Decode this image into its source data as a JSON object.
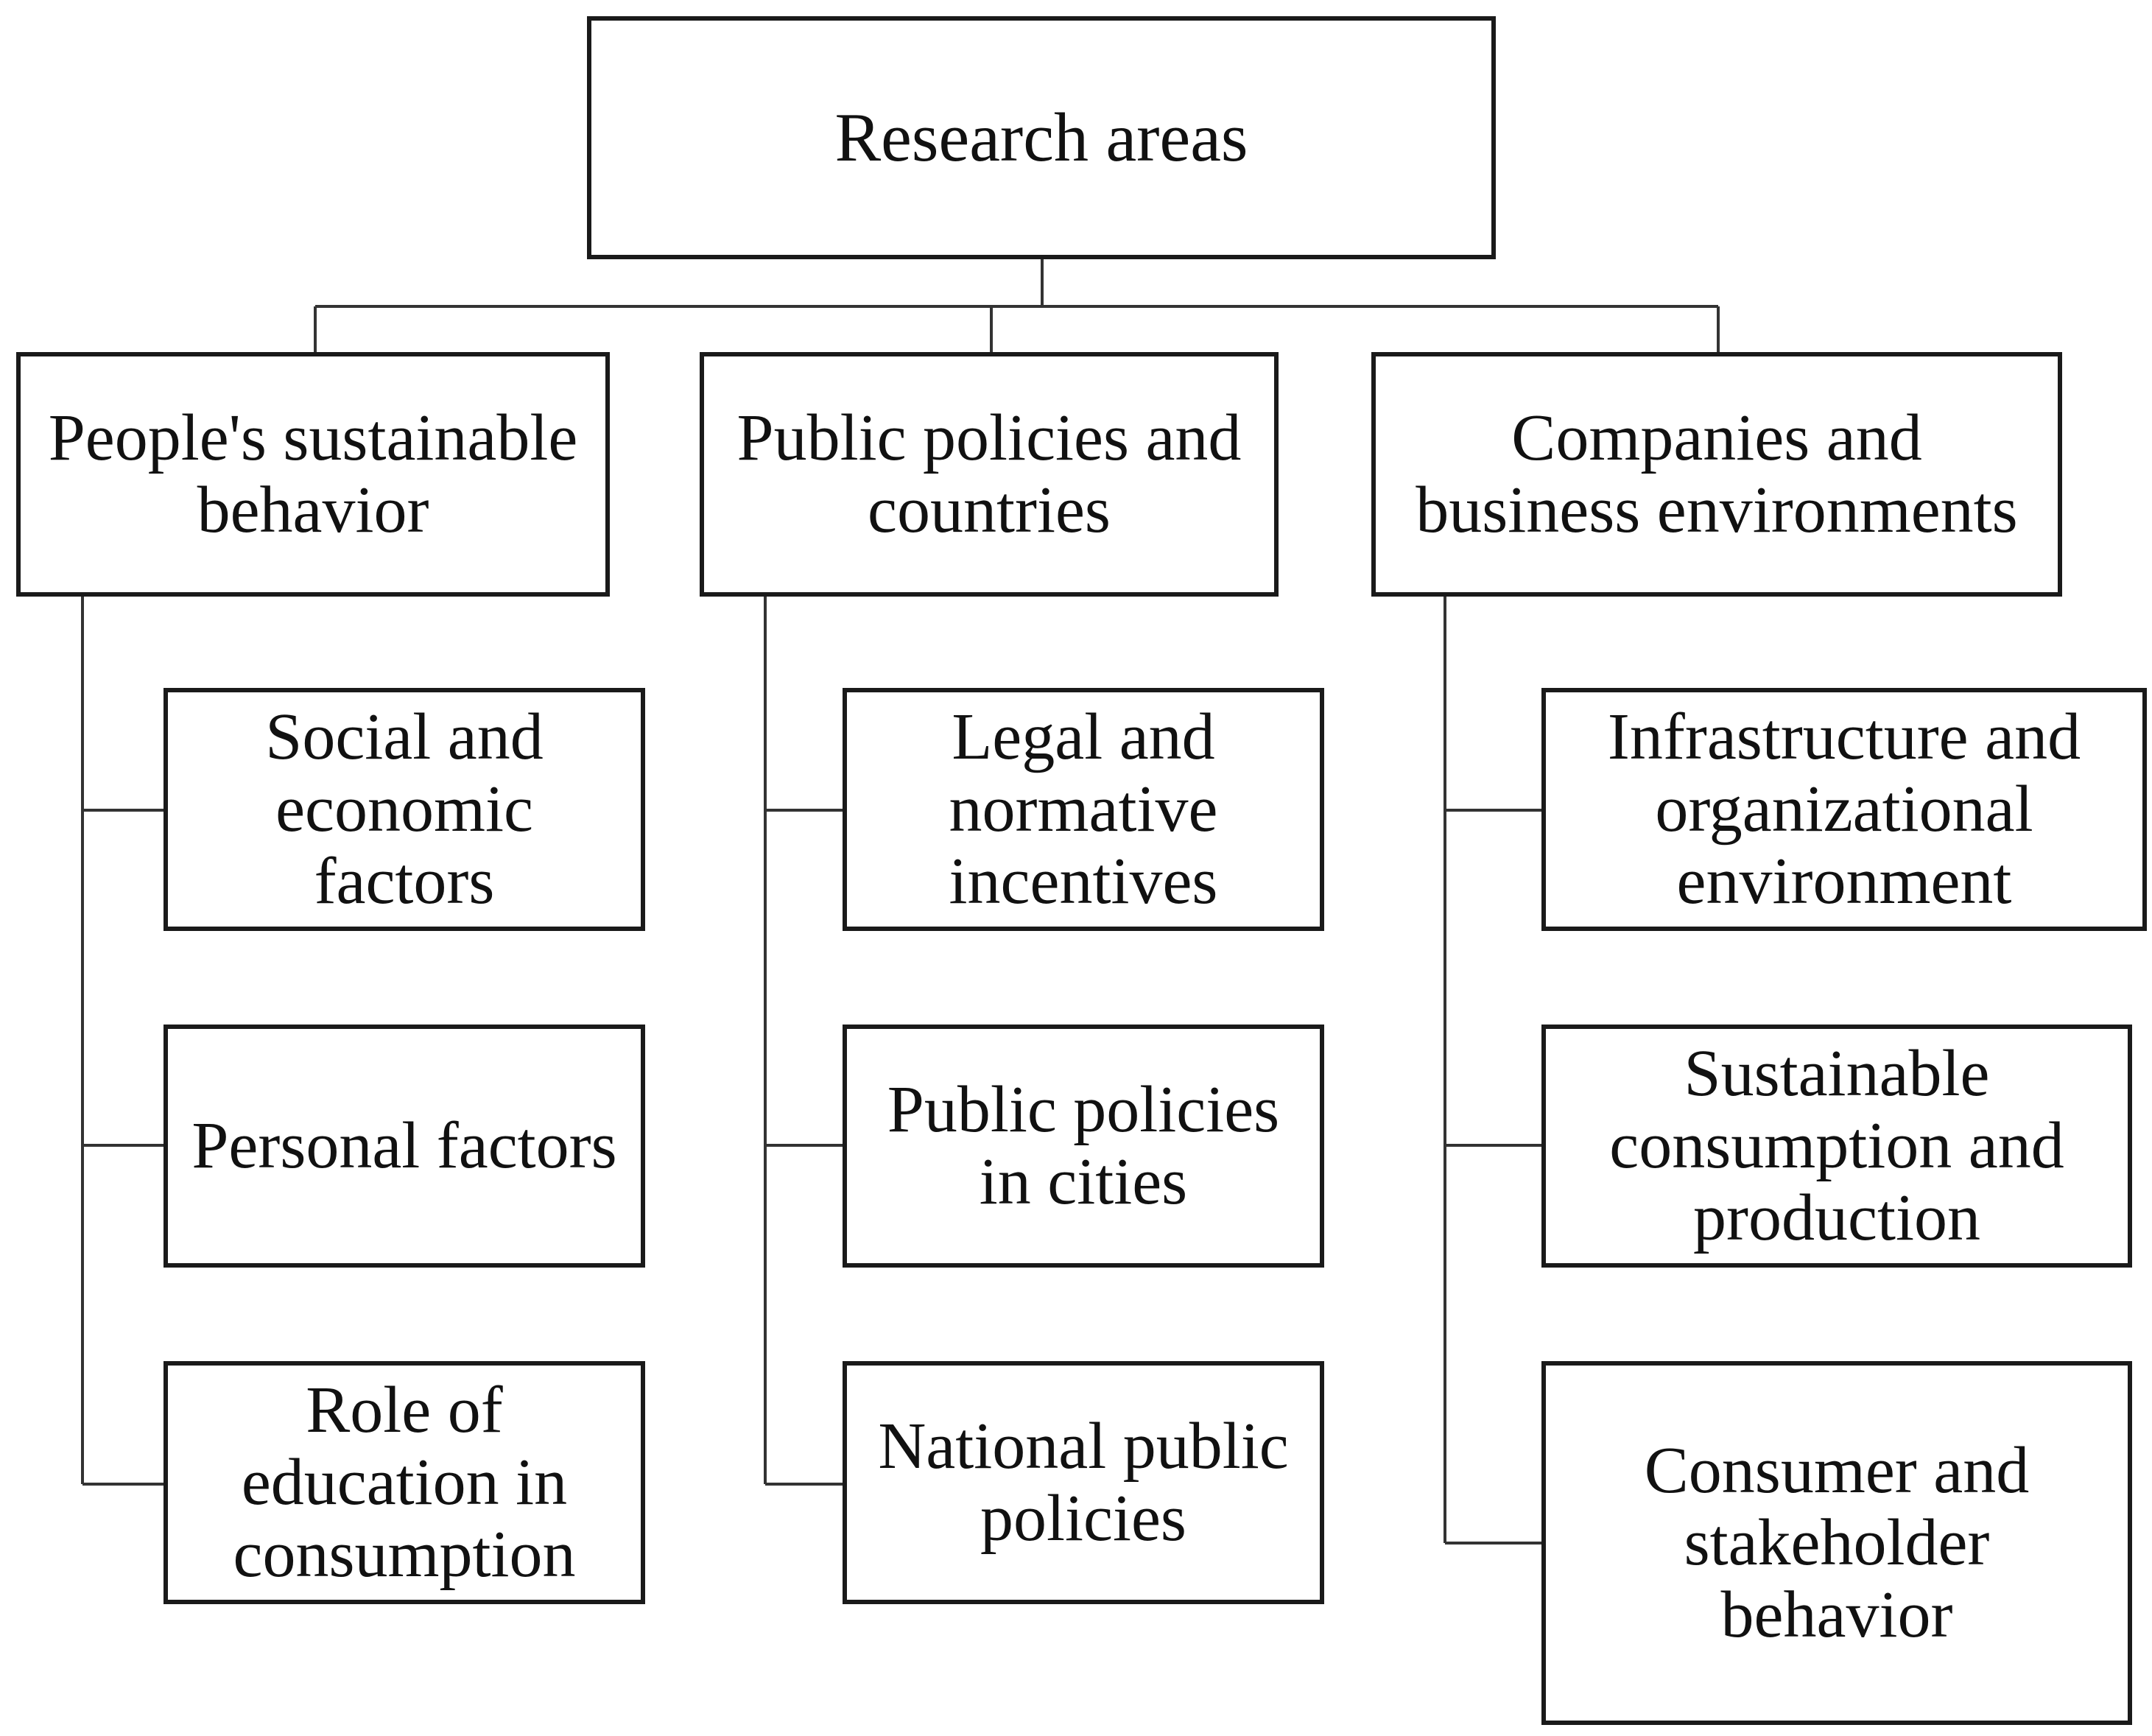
{
  "root": {
    "label": "Research areas"
  },
  "categories": [
    {
      "label": "People's sustainable\nbehavior",
      "children": [
        {
          "label": "Social and\neconomic\nfactors"
        },
        {
          "label": "Personal factors"
        },
        {
          "label": "Role of\neducation in\nconsumption"
        }
      ]
    },
    {
      "label": "Public policies and\ncountries",
      "children": [
        {
          "label": "Legal and\nnormative\nincentives"
        },
        {
          "label": "Public policies\nin cities"
        },
        {
          "label": "National public\npolicies"
        }
      ]
    },
    {
      "label": "Companies and\nbusiness environments",
      "children": [
        {
          "label": "Infrastructure and\norganizational\nenvironment"
        },
        {
          "label": "Sustainable\nconsumption and\nproduction"
        },
        {
          "label": "Consumer and\nstakeholder\nbehavior"
        }
      ]
    }
  ]
}
